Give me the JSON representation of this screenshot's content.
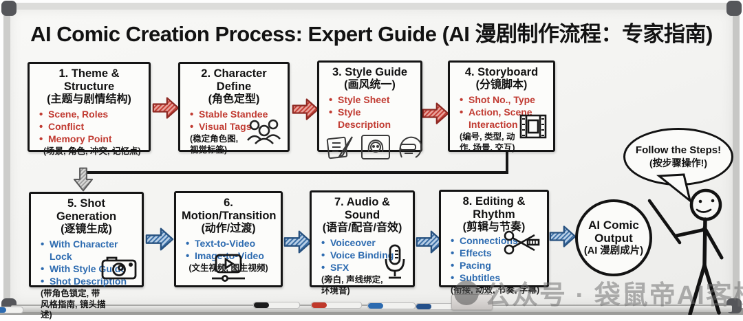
{
  "title": "AI Comic Creation Process: Expert Guide (AI 漫剧制作流程：专家指南)",
  "colors": {
    "red_accent": "#c13b32",
    "blue_accent": "#2d6bb0",
    "ink": "#151515"
  },
  "steps": [
    {
      "title": "1. Theme & Structure",
      "subtitle": "(主题与剧情结构)",
      "bullets": [
        "Scene, Roles",
        "Conflict",
        "Memory Point"
      ],
      "note": "(场景, 角色, 冲突, 记忆点)",
      "accent": "red",
      "icons": []
    },
    {
      "title": "2. Character Define",
      "subtitle": "(角色定型)",
      "bullets": [
        "Stable Standee",
        "Visual Tags"
      ],
      "note": "(稳定角色图, 视觉标签)",
      "accent": "red",
      "icons": [
        "people-group-icon"
      ]
    },
    {
      "title": "3. Style Guide",
      "subtitle": "(画风统一)",
      "bullets": [
        "Style Sheet",
        "Style Description"
      ],
      "note": "",
      "accent": "red",
      "icons": [
        "sketch-notepad-icon",
        "sketch-girl-icon",
        "sketch-cyber-head-icon"
      ]
    },
    {
      "title": "4. Storyboard",
      "subtitle": "(分镜脚本)",
      "bullets": [
        "Shot No., Type",
        "Action, Scene Interaction"
      ],
      "note": "(编号, 类型, 动作, 场景, 交互)",
      "accent": "red",
      "icons": [
        "film-strip-icon"
      ]
    },
    {
      "title": "5. Shot Generation",
      "subtitle": "(逐镜生成)",
      "bullets": [
        "With Character Lock",
        "With Style Guide",
        "Shot Description"
      ],
      "note": "(带角色锁定, 带风格指南, 镜头描述)",
      "accent": "blue",
      "icons": [
        "camera-icon"
      ]
    },
    {
      "title": "6. Motion/Transition",
      "subtitle": "(动作/过渡)",
      "bullets": [
        "Text-to-Video",
        "Image-to-Video"
      ],
      "note": "(文生视频, 图生视频)",
      "accent": "blue",
      "icons": [
        "video-player-icon"
      ]
    },
    {
      "title": "7. Audio & Sound",
      "subtitle": "(语音/配音/音效)",
      "bullets": [
        "Voiceover",
        "Voice Binding",
        "SFX"
      ],
      "note": "(旁白, 声线绑定, 环境音)",
      "accent": "blue",
      "icons": [
        "microphone-icon"
      ]
    },
    {
      "title": "8. Editing & Rhythm",
      "subtitle": "(剪辑与节奏)",
      "bullets": [
        "Connections",
        "Effects",
        "Pacing",
        "Subtitles"
      ],
      "note": "(衔接, 动效, 节奏, 字幕)",
      "accent": "blue",
      "icons": [
        "scissors-icon"
      ]
    }
  ],
  "output_circle": {
    "line1": "AI Comic",
    "line2": "Output",
    "line3": "(AI 漫剧成片)"
  },
  "speech_bubble": {
    "line1": "Follow the Steps!",
    "line2": "(按步骤操作!)"
  },
  "watermark": "公众号 · 袋鼠帝AI客栈"
}
